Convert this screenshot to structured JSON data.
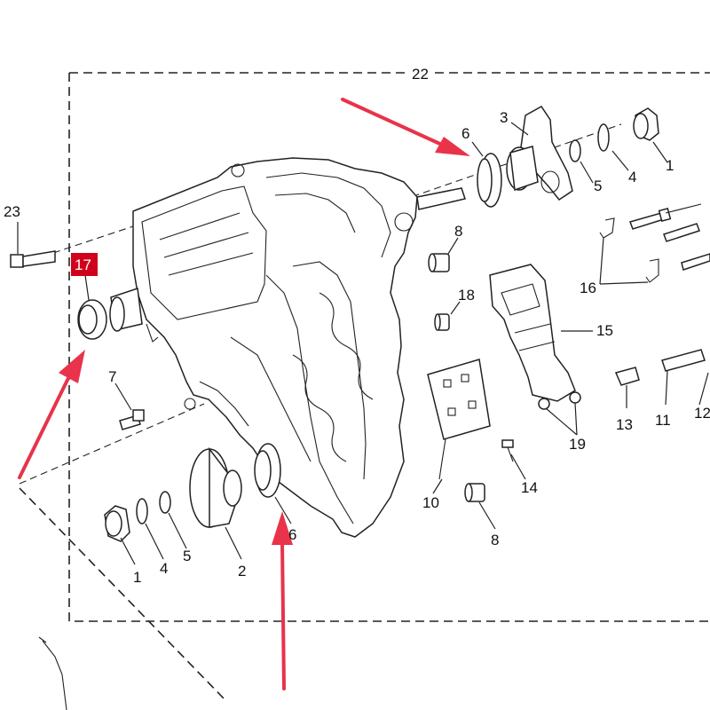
{
  "assembly_label": "22",
  "labels": {
    "p1_right": "1",
    "p4_right": "4",
    "p5_right": "5",
    "p3": "3",
    "p6_top": "6",
    "p23": "23",
    "p17": "17",
    "p8_top": "8",
    "p18": "18",
    "p16": "16",
    "p15": "15",
    "p7": "7",
    "p13": "13",
    "p11": "11",
    "p12": "12",
    "p19": "19",
    "p14": "14",
    "p10": "10",
    "p8_bottom": "8",
    "p1_left": "1",
    "p4_left": "4",
    "p5_left": "5",
    "p2": "2",
    "p6_bottom": "6"
  },
  "highlight_color": "#d0021b",
  "arrow_color": "#e8334a"
}
